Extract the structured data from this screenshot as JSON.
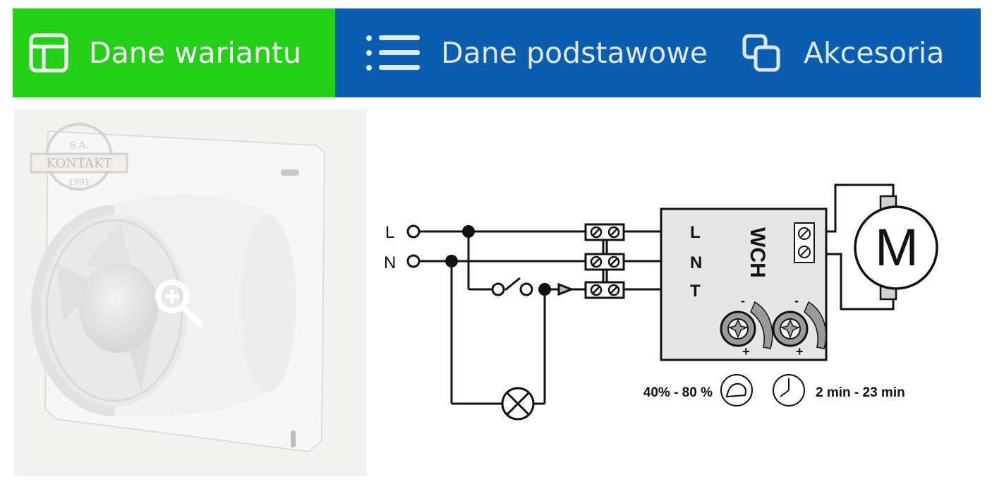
{
  "tabs": [
    {
      "label": "Dane wariantu",
      "icon": "layout-icon",
      "active": true
    },
    {
      "label": "Dane podstawowe",
      "icon": "list-icon",
      "active": false
    },
    {
      "label": "Akcesoria",
      "icon": "copy-icon",
      "active": false
    }
  ],
  "colors": {
    "active_tab": "#24cf17",
    "tab_bar": "#0b5db0"
  },
  "gallery": {
    "stamp": {
      "line1": "S.A.",
      "line2": "KONTAKT",
      "line3": "1991"
    },
    "zoom_icon": "zoom-in-icon"
  },
  "diagram": {
    "inputs": {
      "l": "L",
      "n": "N"
    },
    "module": {
      "name": "WCH",
      "l": "L",
      "n": "N",
      "t": "T"
    },
    "motor": "M",
    "knobs": {
      "minus": "-",
      "plus": "+"
    },
    "humidity_range": "40% - 80 %",
    "timer_range": "2 min - 23 min"
  }
}
